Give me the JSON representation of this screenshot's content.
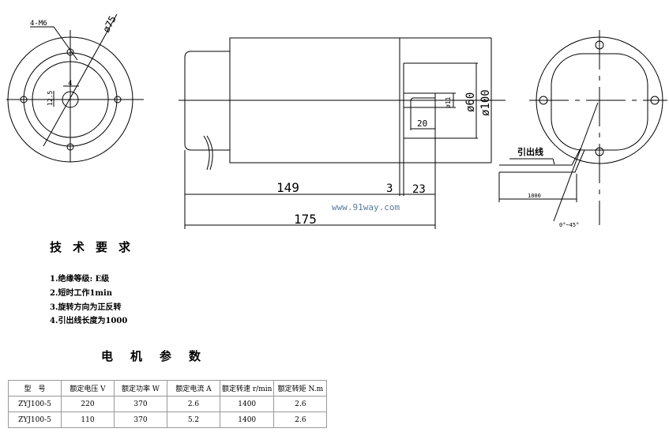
{
  "left_view": {
    "bolt_label": "4-M6",
    "diameter_label": "ø75",
    "key_width": "4",
    "key_depth": "12.5"
  },
  "side_view": {
    "dim_body": "149",
    "dim_gap": "3",
    "dim_shaft": "23",
    "dim_total": "175",
    "dim_flange_dia": "ø100",
    "dim_pilot_dia": "ø60",
    "dim_shaft_dia": "ø11",
    "dim_key_length": "20",
    "watermark": "www.91way.com"
  },
  "right_view": {
    "lead_label": "引出线",
    "lead_length": "1000",
    "angle_label": "0°~45°"
  },
  "requirements": {
    "title": "技术要求",
    "items": [
      "1.绝缘等级: E级",
      "2.短时工作1min",
      "3.旋转方向为正反转",
      "4.引出线长度为1000"
    ]
  },
  "params": {
    "title": "电机参数",
    "headers": [
      "型　号",
      "额定电压 V",
      "额定功率 W",
      "额定电流 A",
      "额定转速 r/min",
      "额定转矩 N.m"
    ],
    "rows": [
      [
        "ZYJ100-5",
        "220",
        "370",
        "2.6",
        "1400",
        "2.6"
      ],
      [
        "ZYJ100-5",
        "110",
        "370",
        "5.2",
        "1400",
        "2.6"
      ]
    ]
  }
}
